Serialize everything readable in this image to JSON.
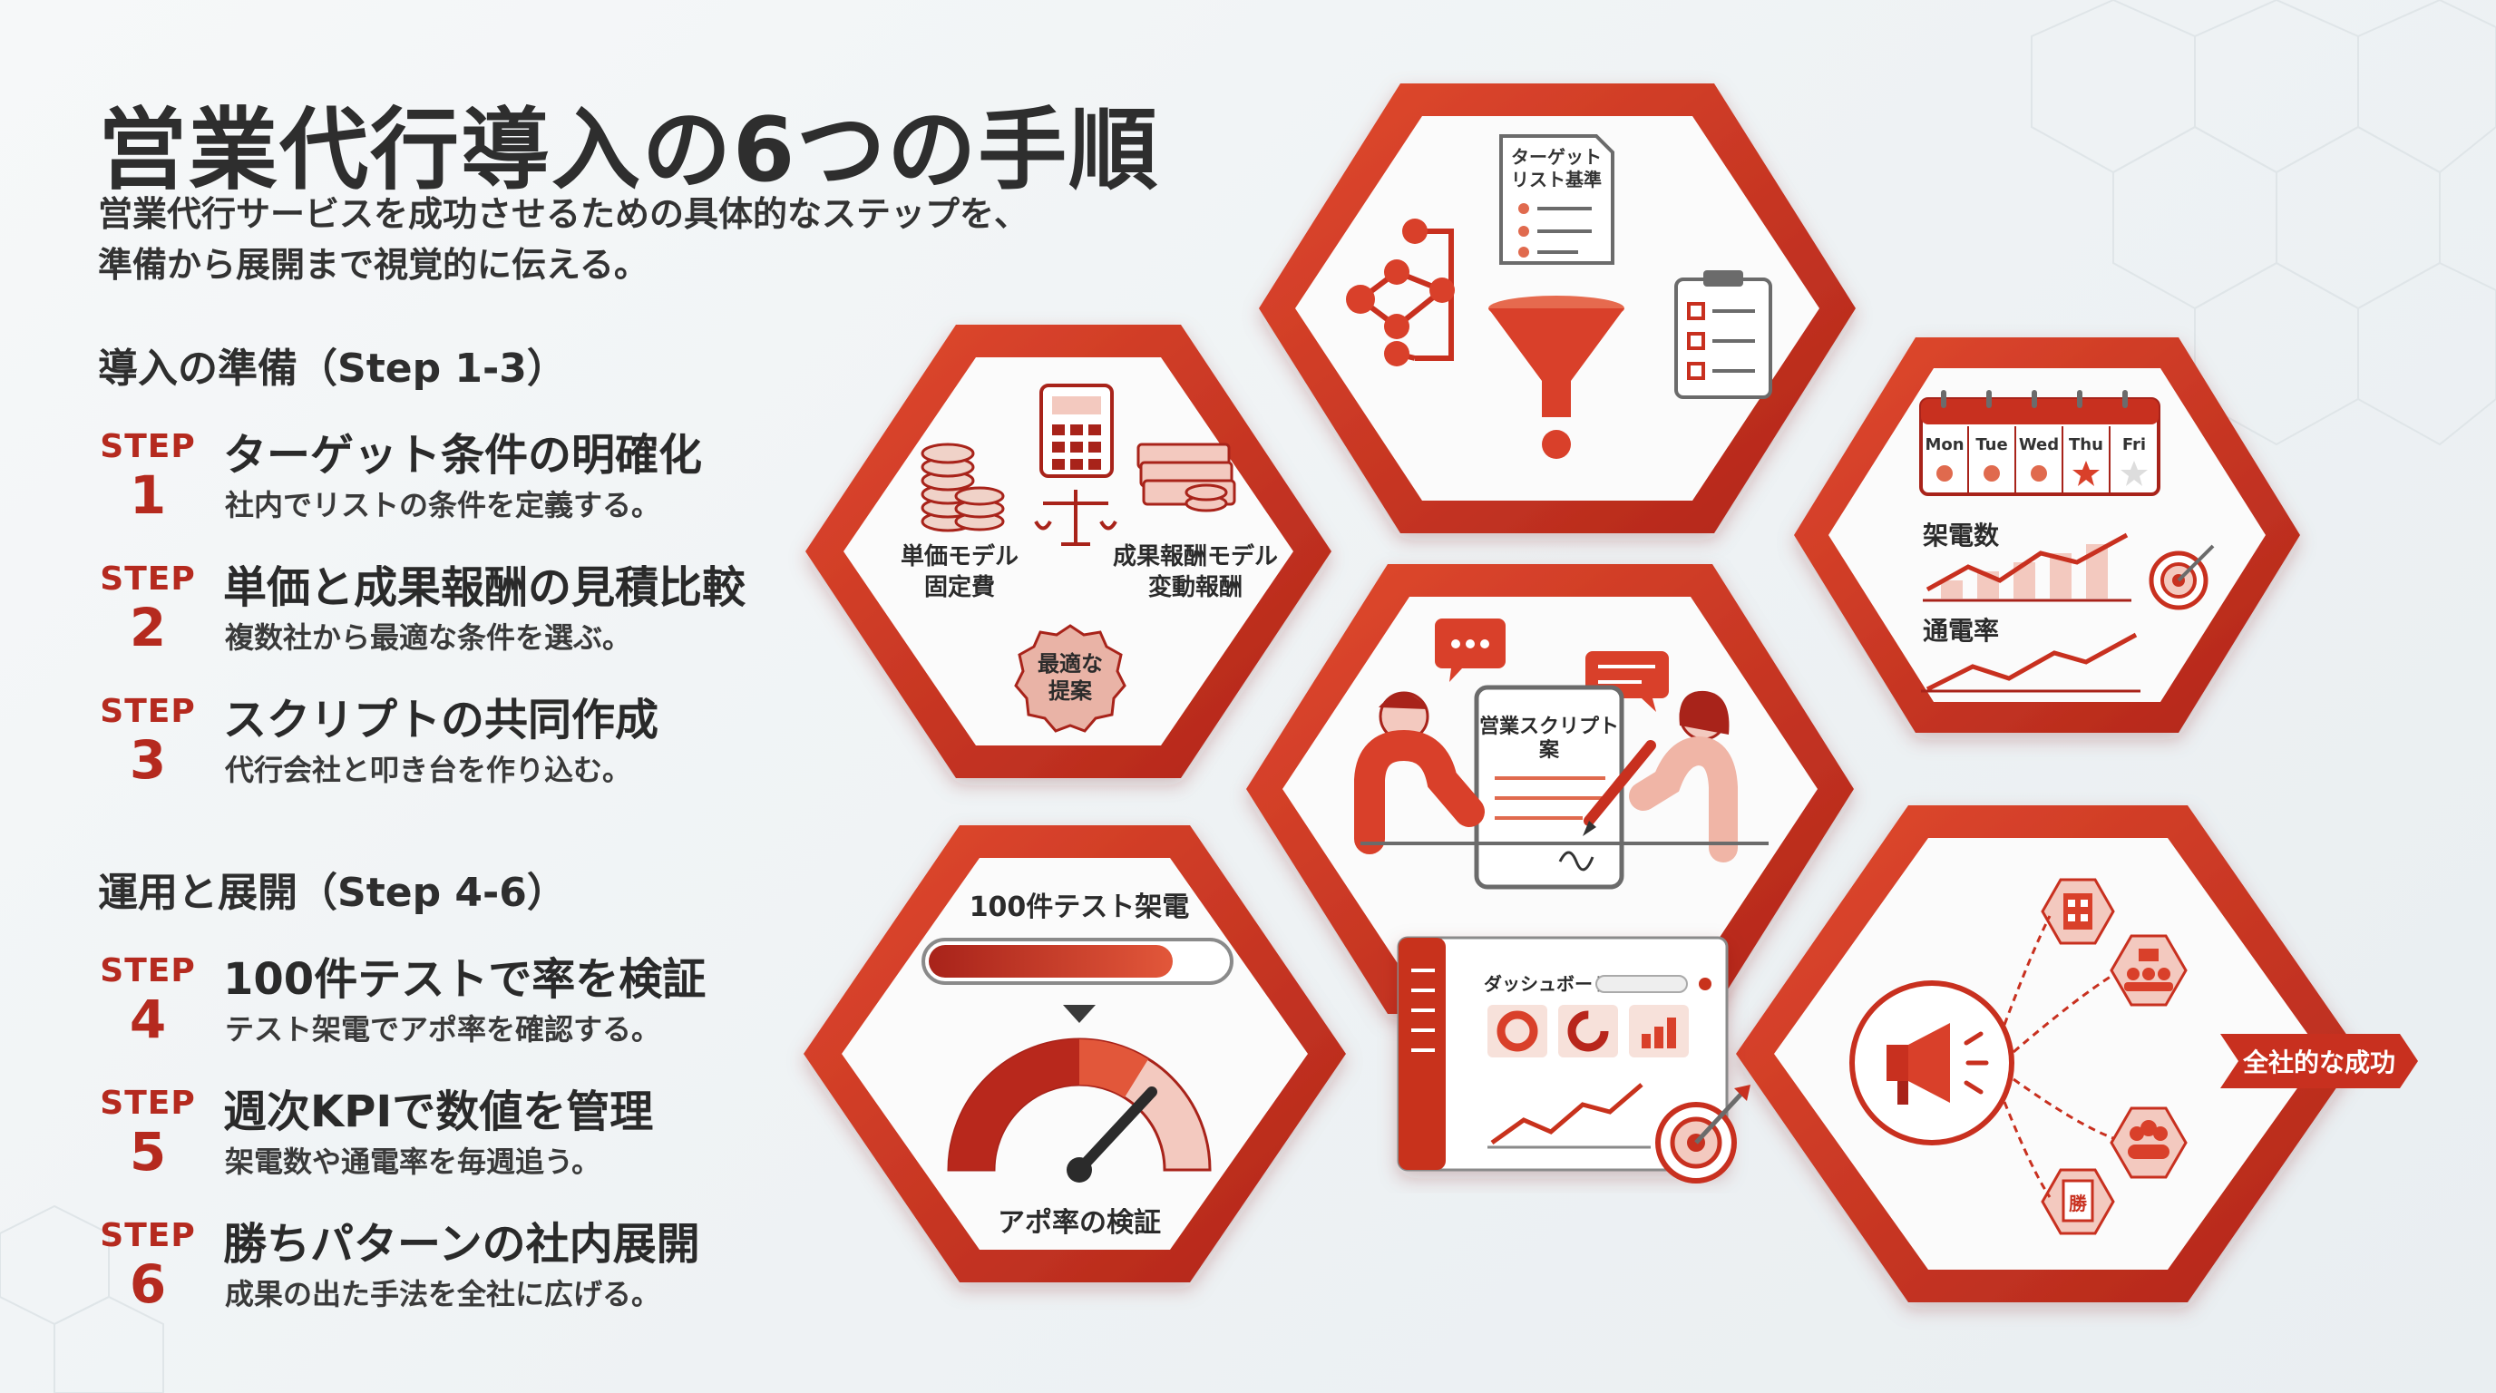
{
  "header": {
    "title": "営業代行導入の6つの手順",
    "subtitle_line1": "営業代行サービスを成功させるための具体的なステップを、",
    "subtitle_line2": "準備から展開まで視覚的に伝える。"
  },
  "sections": {
    "prep": "導入の準備（Step 1-3）",
    "ops": "運用と展開（Step 4-6）"
  },
  "steps": [
    {
      "label": "STEP",
      "num": "1",
      "title": "ターゲット条件の明確化",
      "desc": "社内でリストの条件を定義する。"
    },
    {
      "label": "STEP",
      "num": "2",
      "title": "単価と成果報酬の見積比較",
      "desc": "複数社から最適な条件を選ぶ。"
    },
    {
      "label": "STEP",
      "num": "3",
      "title": "スクリプトの共同作成",
      "desc": "代行会社と叩き台を作り込む。"
    },
    {
      "label": "STEP",
      "num": "4",
      "title": "100件テストで率を検証",
      "desc": "テスト架電でアポ率を確認する。"
    },
    {
      "label": "STEP",
      "num": "5",
      "title": "週次KPIで数値を管理",
      "desc": "架電数や通電率を毎週追う。"
    },
    {
      "label": "STEP",
      "num": "6",
      "title": "勝ちパターンの社内展開",
      "desc": "成果の出た手法を全社に広げる。"
    }
  ],
  "illustrations": {
    "target": {
      "doc_line1": "ターゲット",
      "doc_line2": "リスト基準"
    },
    "pricing": {
      "fixed_line1": "単価モデル",
      "fixed_line2": "固定費",
      "reward_line1": "成果報酬モデル",
      "reward_line2": "変動報酬",
      "seal_line1": "最適な",
      "seal_line2": "提案"
    },
    "script": {
      "tablet_line1": "営業スクリプト",
      "tablet_line2": "案"
    },
    "kpi": {
      "days": [
        "Mon",
        "Tue",
        "Wed",
        "Thu",
        "Fri"
      ],
      "calls_label": "架電数",
      "connect_label": "通電率"
    },
    "test": {
      "bar_label": "100件テスト架電",
      "progress": 0.82,
      "gauge_label": "アポ率の検証"
    },
    "dashboard": {
      "title": "ダッシュボード"
    },
    "expand": {
      "ribbon": "全社的な成功",
      "building_text": "勝"
    }
  },
  "colors": {
    "accent": "#c8301f",
    "accent_dark": "#a8231a",
    "accent_light": "#f3c9bf",
    "bg": "#f4f7f8"
  }
}
